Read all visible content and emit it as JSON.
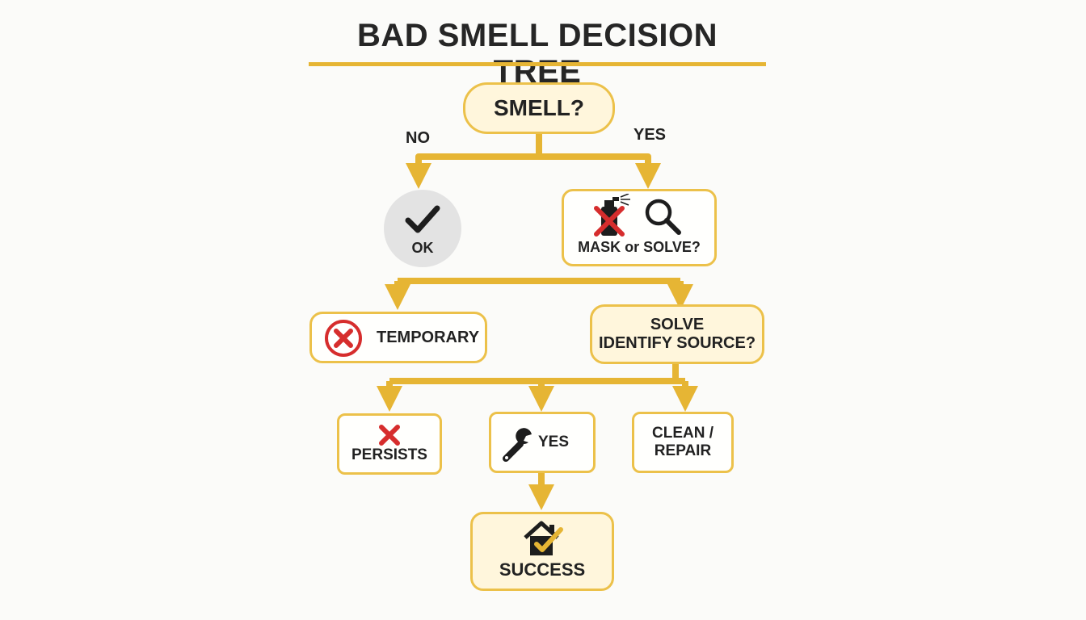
{
  "title": "BAD SMELL DECISION TREE",
  "nodes": {
    "start": "SMELL?",
    "ok": "OK",
    "decision": "MASK or SOLVE?",
    "temporary": "TEMPORARY",
    "solve_line1": "SOLVE",
    "solve_line2": "IDENTIFY SOURCE?",
    "persists": "PERSISTS",
    "yes_fix": "YES",
    "clean_line1": "CLEAN /",
    "clean_line2": "REPAIR",
    "success": "SUCCESS"
  },
  "branch_labels": {
    "no": "NO",
    "yes": "YES"
  },
  "icons": {
    "ok": "checkmark-icon",
    "mask": "spray-can-crossed-icon",
    "solve": "magnifier-icon",
    "temporary": "x-circle-icon",
    "persists": "x-mark-icon",
    "fix": "wrench-icon",
    "success": "house-check-icon"
  },
  "colors": {
    "accent": "#e6b534",
    "node_fill": "#fff6dc",
    "error": "#d62d2d"
  }
}
